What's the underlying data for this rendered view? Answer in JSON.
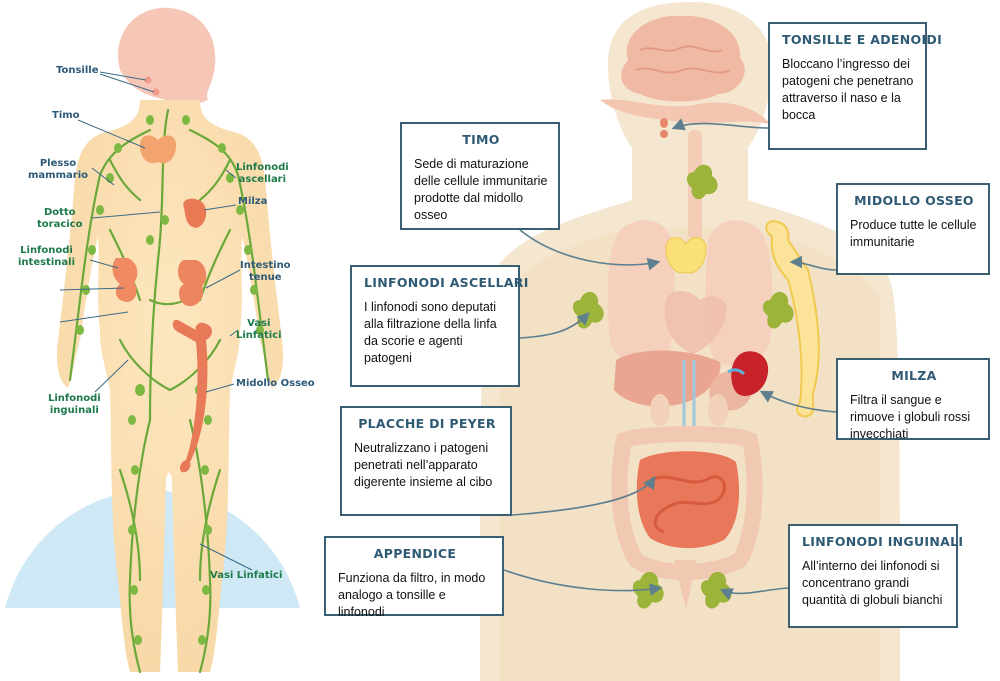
{
  "colors": {
    "accent_label_blue": "#2d5a78",
    "accent_label_green": "#1e7a4a",
    "box_border": "#3a5e72",
    "lymph_green": "#6aa83a",
    "organ_orange": "#e8785a",
    "bone": "#f5e6a0"
  },
  "left_figure": {
    "labels": [
      {
        "key": "tonsille",
        "lines": [
          "Tonsille"
        ]
      },
      {
        "key": "timo",
        "lines": [
          "Timo"
        ]
      },
      {
        "key": "plesso",
        "lines": [
          "Plesso",
          "mammario"
        ]
      },
      {
        "key": "linfonodi_ascellari",
        "lines": [
          "Linfonodi",
          "ascellari"
        ]
      },
      {
        "key": "dotto",
        "lines": [
          "Dotto",
          "toracico"
        ]
      },
      {
        "key": "milza",
        "lines": [
          "Milza"
        ]
      },
      {
        "key": "linfonodi_intestinali",
        "lines": [
          "Linfonodi",
          "intestinali"
        ]
      },
      {
        "key": "intestino",
        "lines": [
          "Intestino",
          "tenue"
        ]
      },
      {
        "key": "vasi_linfatici_1",
        "lines": [
          "Vasi",
          "Linfatici"
        ]
      },
      {
        "key": "midollo",
        "lines": [
          "Midollo Osseo"
        ]
      },
      {
        "key": "linfonodi_inguinali",
        "lines": [
          "Linfonodi",
          "inguinali"
        ]
      },
      {
        "key": "vasi_linfatici_2",
        "lines": [
          "Vasi Linfatici"
        ]
      }
    ]
  },
  "boxes": [
    {
      "key": "tonsille",
      "title": "TONSILLE E ADENOIDI",
      "text": "Bloccano l’ingresso dei patogeni che penetrano attraverso il naso e la bocca"
    },
    {
      "key": "timo",
      "title": "TIMO",
      "text": "Sede di maturazione delle cellule immunitarie prodotte dal midollo osseo"
    },
    {
      "key": "midollo",
      "title": "MIDOLLO OSSEO",
      "text": "Produce tutte le cellule immunitarie"
    },
    {
      "key": "ascellari",
      "title": "LINFONODI ASCELLARI",
      "text": "I linfonodi sono deputati alla filtrazione della linfa da scorie e agenti patogeni"
    },
    {
      "key": "milza",
      "title": "MILZA",
      "text": "Filtra il sangue e rimuove i globuli rossi invecchiati"
    },
    {
      "key": "peyer",
      "title": "PLACCHE DI PEYER",
      "text": "Neutralizzano i patogeni penetrati nell’apparato digerente insieme al cibo"
    },
    {
      "key": "appendice",
      "title": "APPENDICE",
      "text": "Funziona da filtro, in modo analogo a tonsille e linfonodi"
    },
    {
      "key": "inguinali",
      "title": "LINFONODI INGUINALI",
      "text": "All’interno dei linfonodi si concentrano grandi quantità di globuli bianchi"
    }
  ]
}
